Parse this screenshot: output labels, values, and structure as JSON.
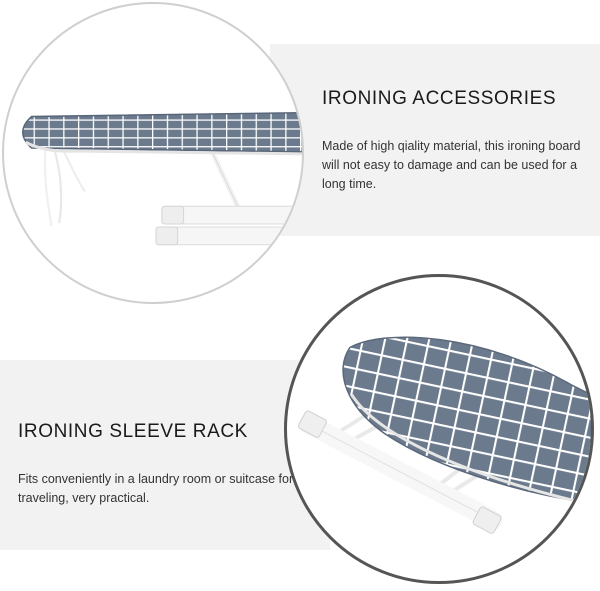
{
  "sections": [
    {
      "title": "IRONING ACCESSORIES",
      "description": "Made of high qiality material, this ironing board will not easy to damage and can be used for a long time.",
      "image_icon": "ironing-board-side-view"
    },
    {
      "title": "IRONING SLEEVE RACK",
      "description": "Fits conveniently in a laundry room or suitcase for traveling, very practical.",
      "image_icon": "ironing-board-angled-view"
    }
  ],
  "colors": {
    "panel_background": "#f2f2f2",
    "board_cover": "#6b7a8c",
    "grid_lines": "#ffffff",
    "frame": "#f4f4f4",
    "circle_border_top": "#cfcfcf",
    "circle_border_bottom": "#555555"
  }
}
